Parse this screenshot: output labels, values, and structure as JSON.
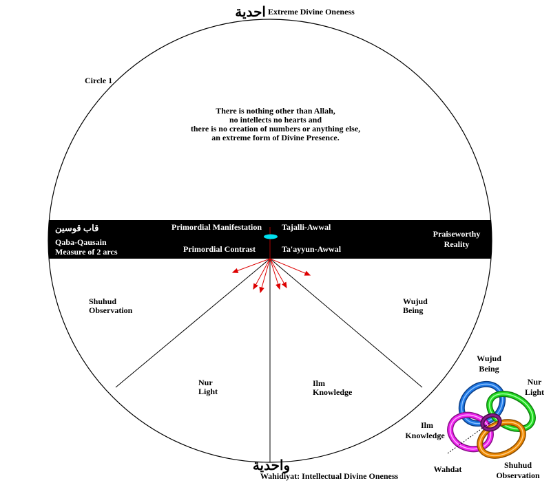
{
  "top": {
    "arabic": "احدية",
    "label": "Extreme Divine Oneness"
  },
  "circle_label": "Circle 1",
  "statement": [
    "There is nothing other than Allah,",
    "no intellects no hearts and",
    "there is no creation of numbers or anything else,",
    "an extreme form of Divine Presence."
  ],
  "band": {
    "left_arabic": "قاب قوسين",
    "left_line1": "Qaba-Qausain",
    "left_line2": "Measure of 2 arcs",
    "primordial_manifestation": "Primordial Manifestation",
    "tajalli": "Tajalli-Awwal",
    "primordial_contrast": "Primordial Contrast",
    "tayyun": "Ta'ayyun-Awwal",
    "right_line1": "Praiseworthy",
    "right_line2": "Reality"
  },
  "sectors": {
    "shuhud": [
      "Shuhud",
      "Observation"
    ],
    "wujud": [
      "Wujud",
      "Being"
    ],
    "nur": [
      "Nur",
      "Light"
    ],
    "ilm": [
      "Ilm",
      "Knowledge"
    ]
  },
  "bottom": {
    "arabic": "واحدية",
    "label": "Wahidiyat: Intellectual Divine Oneness"
  },
  "knot": {
    "wujud": [
      "Wujud",
      "Being"
    ],
    "nur": [
      "Nur",
      "Light"
    ],
    "ilm": [
      "Ilm",
      "Knowledge"
    ],
    "shuhud": [
      "Shuhud",
      "Observation"
    ],
    "wahdat": "Wahdat"
  },
  "colors": {
    "band": "#000000",
    "center_ellipse": "#00e0f0",
    "arrows": "#dd0000",
    "ring_wujud": "#1e78e6",
    "ring_nur": "#22dd22",
    "ring_ilm": "#ee22ee",
    "ring_shuhud": "#ee8800",
    "ring_center": "#8a1a8a"
  }
}
